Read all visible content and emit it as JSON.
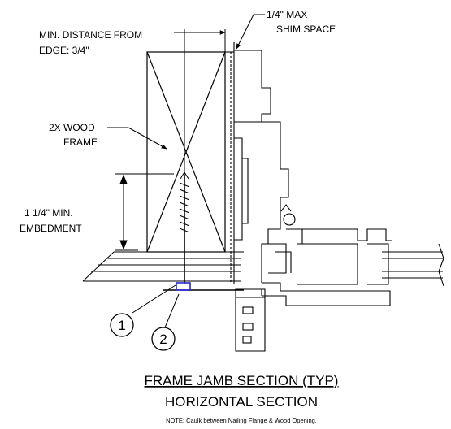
{
  "callouts": {
    "shim_space": [
      "1/4\" MAX",
      "SHIM SPACE"
    ],
    "min_distance": [
      "MIN. DISTANCE FROM",
      "EDGE: 3/4\""
    ],
    "wood_frame": [
      "2X WOOD",
      "FRAME"
    ],
    "embedment": [
      "1 1/4\" MIN.",
      "EMBEDMENT"
    ]
  },
  "markers": [
    "1",
    "2"
  ],
  "title": "FRAME JAMB SECTION (TYP)",
  "subtitle": "HORIZONTAL SECTION",
  "note": "NOTE: Caulk between Nailing Flange & Wood Opening."
}
